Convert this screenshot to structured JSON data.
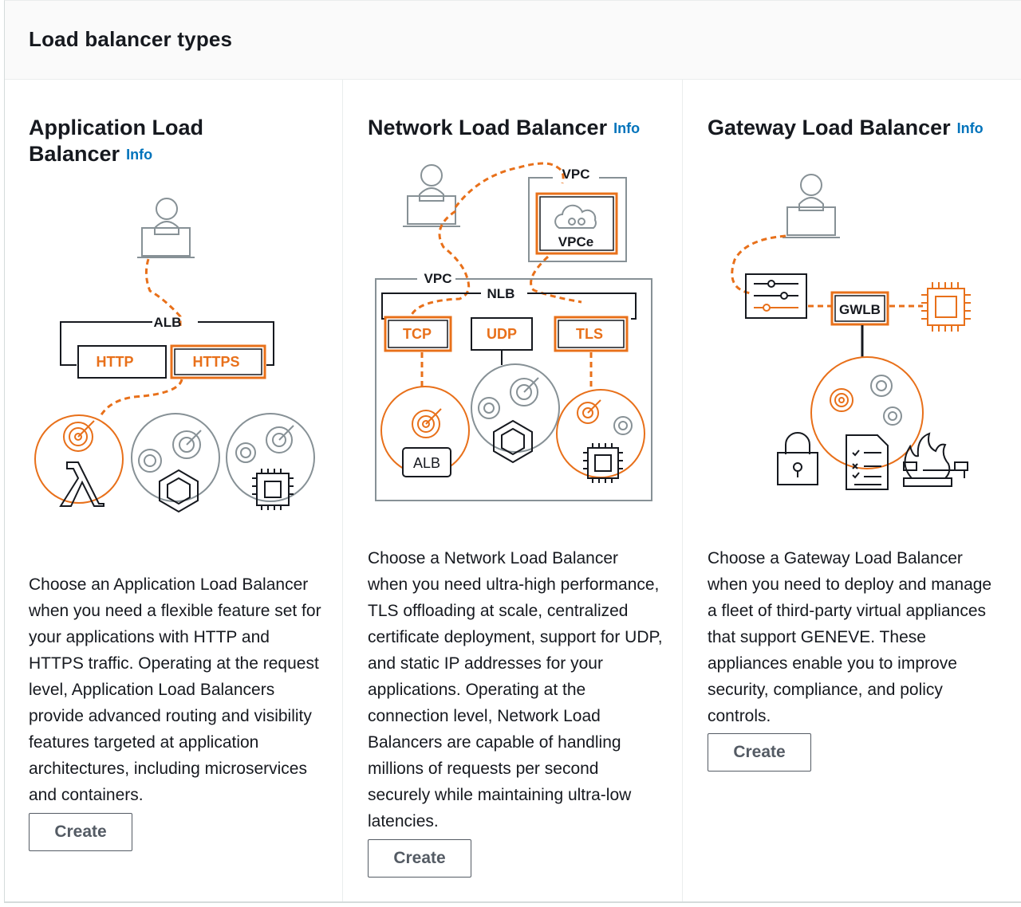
{
  "header": {
    "title": "Load balancer types"
  },
  "info_label": "Info",
  "cards": [
    {
      "title": "Application Load Balancer",
      "diagram": {
        "alb": "ALB",
        "http": "HTTP",
        "https": "HTTPS"
      },
      "description": "Choose an Application Load Balancer when you need a flexible feature set for your applications with HTTP and HTTPS traffic. Operating at the request level, Application Load Balancers provide advanced routing and visibility features targeted at application architectures, including microservices and containers.",
      "button": "Create"
    },
    {
      "title": "Network Load Balancer",
      "diagram": {
        "vpc_top": "VPC",
        "vpce": "VPCe",
        "vpc": "VPC",
        "nlb": "NLB",
        "tcp": "TCP",
        "udp": "UDP",
        "tls": "TLS",
        "alb": "ALB"
      },
      "description": "Choose a Network Load Balancer when you need ultra-high performance, TLS offloading at scale, centralized certificate deployment, support for UDP, and static IP addresses for your applications. Operating at the connection level, Network Load Balancers are capable of handling millions of requests per second securely while maintaining ultra-low latencies.",
      "button": "Create"
    },
    {
      "title": "Gateway Load Balancer",
      "diagram": {
        "gwlb": "GWLB"
      },
      "description": "Choose a Gateway Load Balancer when you need to deploy and manage a fleet of third-party virtual appliances that support GENEVE. These appliances enable you to improve security, compliance, and policy controls.",
      "button": "Create"
    }
  ],
  "colors": {
    "accent": "#e8701a",
    "link": "#0073bb",
    "text": "#16191f",
    "button_text": "#545b64"
  },
  "icons": [
    "user-laptop-icon",
    "target-icon",
    "lambda-icon",
    "container-icon",
    "chip-icon",
    "cloud-icon",
    "lock-icon",
    "checklist-icon",
    "firewall-icon",
    "filter-icon"
  ]
}
